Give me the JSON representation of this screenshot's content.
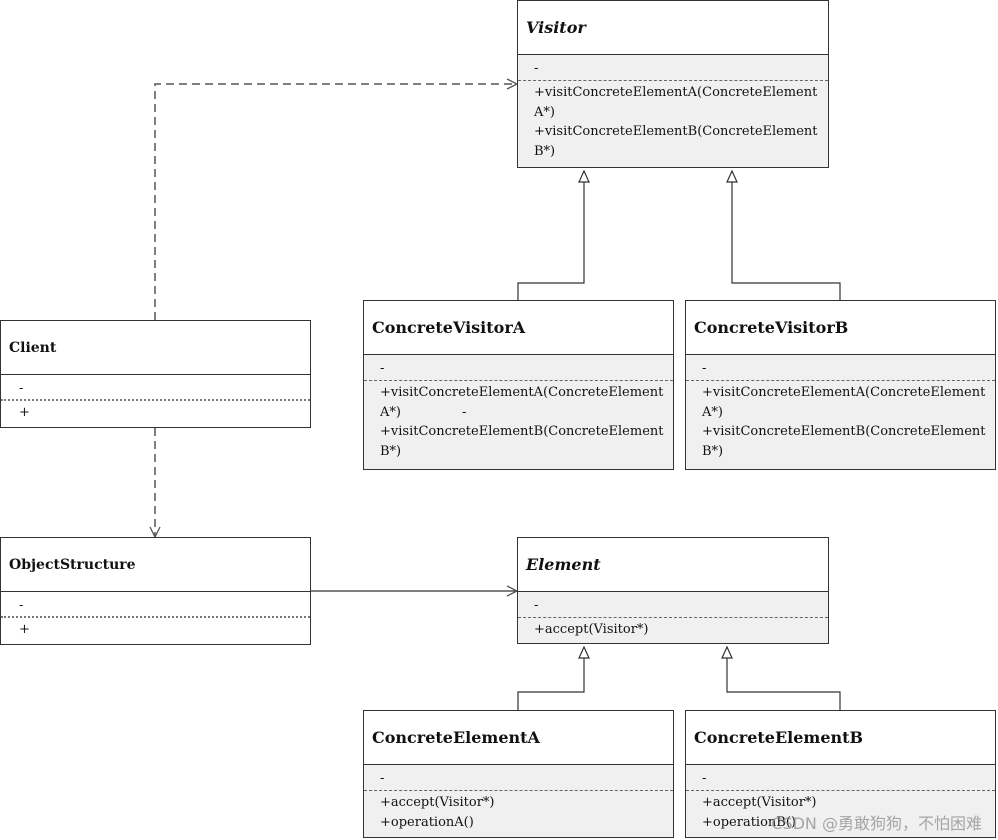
{
  "classes": {
    "visitor": {
      "name": "Visitor",
      "attribute": "-",
      "operations": [
        "+visitConcreteElementA(ConcreteElementA*)",
        "+visitConcreteElementB(ConcreteElementB*)"
      ]
    },
    "concrete_visitor_a": {
      "name": "ConcreteVisitorA",
      "attribute": "-",
      "operations": [
        "+visitConcreteElementA(ConcreteElementA*)",
        "+visitConcreteElementB(ConcreteElementB*)"
      ],
      "stray_mark": "-"
    },
    "concrete_visitor_b": {
      "name": "ConcreteVisitorB",
      "attribute": "-",
      "operations": [
        "+visitConcreteElementA(ConcreteElementA*)",
        "+visitConcreteElementB(ConcreteElementB*)"
      ]
    },
    "client": {
      "name": "Client",
      "attribute": "-",
      "operations": [
        "+"
      ]
    },
    "object_structure": {
      "name": "ObjectStructure",
      "attribute": "-",
      "operations": [
        "+"
      ]
    },
    "element": {
      "name": "Element",
      "attribute": "-",
      "operations": [
        "+accept(Visitor*)"
      ]
    },
    "concrete_element_a": {
      "name": "ConcreteElementA",
      "attribute": "-",
      "operations": [
        "+accept(Visitor*)",
        "+operationA()"
      ]
    },
    "concrete_element_b": {
      "name": "ConcreteElementB",
      "attribute": "-",
      "operations": [
        "+accept(Visitor*)",
        "+operationB()"
      ]
    }
  },
  "watermark": "CSDN @勇敢狗狗，不怕困难",
  "colors": {
    "box_fill": "#f0f0f0",
    "line": "#333333"
  }
}
